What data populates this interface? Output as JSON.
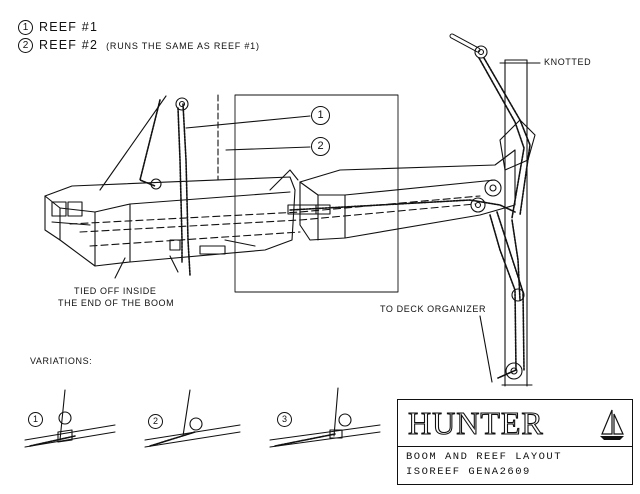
{
  "legend": [
    {
      "number": "1",
      "label": "REEF #1",
      "note": ""
    },
    {
      "number": "2",
      "label": "REEF #2",
      "note": "(RUNS THE SAME AS REEF #1)"
    }
  ],
  "callouts": [
    "1",
    "2"
  ],
  "labels": {
    "knotted": "KNOTTED",
    "tied_off_line1": "TIED OFF INSIDE",
    "tied_off_line2": "THE END OF THE BOOM",
    "to_deck_organizer": "TO DECK ORGANIZER",
    "variations": "VARIATIONS:"
  },
  "variations": [
    "1",
    "2",
    "3"
  ],
  "title_block": {
    "brand": "HUNTER",
    "drawing_title": "BOOM AND REEF LAYOUT",
    "drawing_number": "ISOREEF   GENA2609"
  }
}
